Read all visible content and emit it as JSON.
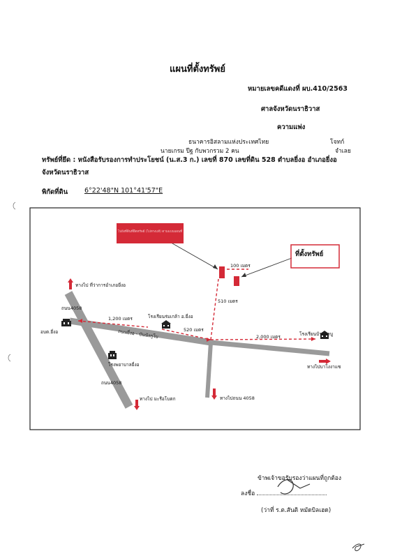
{
  "header": {
    "title": "แผนที่ตั้งทรัพย์",
    "case_no": "หมายเลขคดีแดงที่ ผบ.410/2563",
    "court": "ศาลจังหวัดนราธิวาส",
    "case_type": "ความแพ่ง"
  },
  "parties": {
    "plaintiff_name": "ธนาคารอิสลามแห่งประเทศไทย",
    "plaintiff_role": "โจทก์",
    "defendant_name": "นายเกรม ปีฐ กับพวกรวม 2 คน",
    "defendant_role": "จำเลย"
  },
  "property": {
    "line1": "ทรัพย์ที่ยึด : หนังสือรับรองการทำประโยชน์ (น.ส.3 ก.) เลขที่ 870 เลขที่ดิน 528 ตำบลยี่งอ อำเภอยี่งอ",
    "line2": "จังหวัดนราธิวาส",
    "coord_label": "พิกัดที่ดิน",
    "coord_value": "6°22'48\"N 101°41'57\"E"
  },
  "map": {
    "red_box_text": "ไปยังที่ดินที่ยึดทรัพย์ (ไปทางแท้) ตามแบบแผนที่",
    "property_label": "ที่ตั้งทรัพย์",
    "dist_100": "100 เมตร",
    "dist_510": "510 เมตร",
    "dist_1200": "1,200 เมตร",
    "dist_520": "520 เมตร",
    "dist_2000": "2,000 เมตร",
    "school1": "โรงเรียนร่มเกล้า อ.ยี่งอ",
    "school2": "โรงเรียนบ้านกาบู",
    "to_district_office": "ทางไป ที่ว่าการอำเภอยี่งอ",
    "road_4058_top": "ถนน4058",
    "road_4058_bottom": "ถนน4058",
    "sao": "อบต.ยี่งอ",
    "road_main": "ถนนยี่งอ - บันนังกูโบ",
    "hospital": "โรงพยาบาลยี่งอ",
    "to_rueso": "ทางไป มะรือโบตก",
    "to_road_4058": "ทางไปถนน 4058",
    "to_rangae": "ทางไปบาโงงาแซ"
  },
  "certify": {
    "statement": "ข้าพเจ้าขอรับรองว่าแผนที่ถูกต้อง",
    "sign_label": "ลงชื่อ",
    "signer": "(ว่าที่ ร.ต.สันติ หมัดบิลเฮด)"
  },
  "colors": {
    "road": "#9a9a9a",
    "marker": "#d42a37",
    "frame": "#222222"
  }
}
